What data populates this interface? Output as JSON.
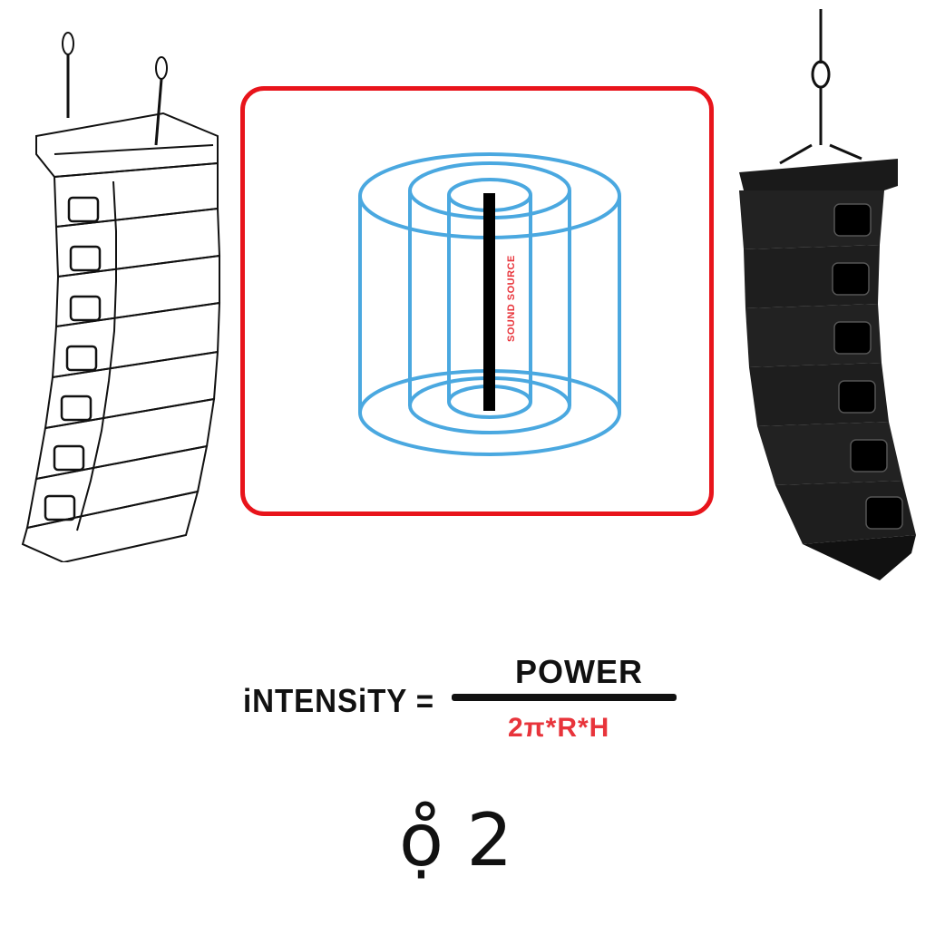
{
  "diagram": {
    "source_label": "SOUND SOURCE",
    "formula": {
      "lhs": "iNTENSiTY =",
      "numerator": "POWER",
      "denominator": "2π*R*H"
    },
    "footer_glyph": "ọ̊ 2"
  },
  "colors": {
    "frame": "#e8141b",
    "cylinder": "#4aa8e0",
    "denominator": "#e8343b",
    "source_label": "#e8343b"
  }
}
